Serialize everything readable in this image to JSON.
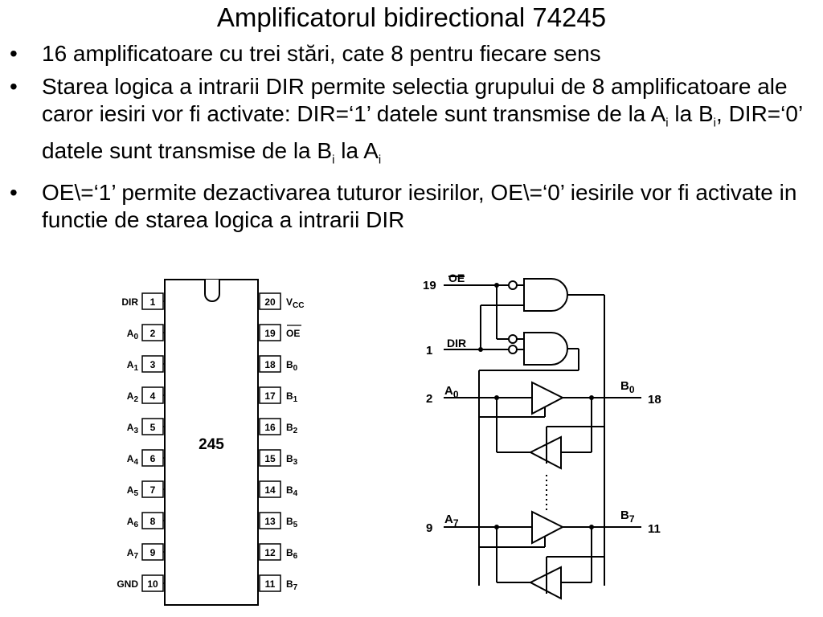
{
  "title": "Amplificatorul bidirectional 74245",
  "bullets": {
    "b1": "16 amplificatoare cu trei stări, cate 8 pentru fiecare sens",
    "b2": {
      "p1": "Starea logica a intrarii DIR permite selectia grupului de 8 amplificatoare ale caror iesiri vor fi activate: DIR=‘1’ datele sunt transmise de la A",
      "s1": "i",
      "p2": " la B",
      "s2": "i",
      "p3": ", DIR=‘0’ datele sunt transmise de la B",
      "s3": "i",
      "p4": " la A",
      "s4": "i"
    },
    "b3": "OE\\=‘1’ permite dezactivarea tuturor iesirilor, OE\\=‘0’ iesirile vor fi activate in functie de starea logica a intrarii DIR"
  },
  "pinout": {
    "chip_label": "245",
    "left": [
      {
        "name": "DIR",
        "num": "1"
      },
      {
        "name": "A0",
        "num": "2"
      },
      {
        "name": "A1",
        "num": "3"
      },
      {
        "name": "A2",
        "num": "4"
      },
      {
        "name": "A3",
        "num": "5"
      },
      {
        "name": "A4",
        "num": "6"
      },
      {
        "name": "A5",
        "num": "7"
      },
      {
        "name": "A6",
        "num": "8"
      },
      {
        "name": "A7",
        "num": "9"
      },
      {
        "name": "GND",
        "num": "10"
      }
    ],
    "right": [
      {
        "num": "20",
        "name": "VCC"
      },
      {
        "num": "19",
        "name": "OE"
      },
      {
        "num": "18",
        "name": "B0"
      },
      {
        "num": "17",
        "name": "B1"
      },
      {
        "num": "16",
        "name": "B2"
      },
      {
        "num": "15",
        "name": "B3"
      },
      {
        "num": "14",
        "name": "B4"
      },
      {
        "num": "13",
        "name": "B5"
      },
      {
        "num": "12",
        "name": "B6"
      },
      {
        "name_base": "B",
        "name_sub": "7",
        "num": "11"
      }
    ]
  },
  "logic": {
    "oe_pin": "19",
    "oe_label": "OE",
    "dir_pin": "1",
    "dir_label": "DIR",
    "a0_pin": "2",
    "a0_label": "A",
    "a0_sub": "0",
    "b0_pin": "18",
    "b0_label": "B",
    "b0_sub": "0",
    "a7_pin": "9",
    "a7_label": "A",
    "a7_sub": "7",
    "b7_pin": "11",
    "b7_label": "B",
    "b7_sub": "7"
  }
}
